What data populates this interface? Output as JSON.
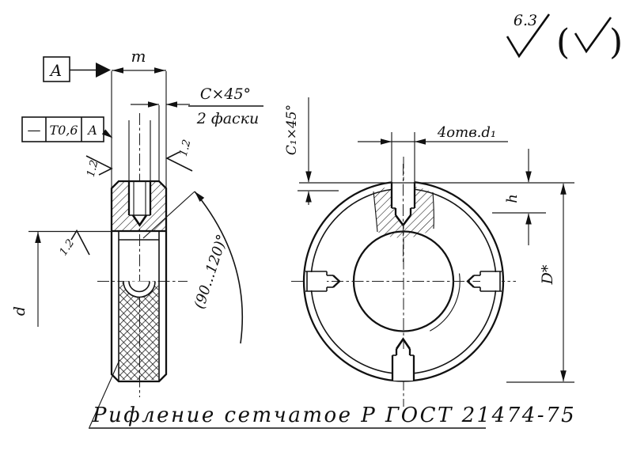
{
  "labels": {
    "m": "m",
    "chamfer": "C×45°",
    "chamfer_note": "2 фаски",
    "d": "d",
    "cone_angle": "(90...120)°",
    "holes": "4отв.d₁",
    "hole_chamfer": "C₁×45°",
    "h": "h",
    "outer_dia": "D*",
    "knurl_note": "Рифление сетчатое Р ГОСТ 21474-75"
  },
  "tolerance_frame": {
    "symbol": "—",
    "value": "Т0,6",
    "datum": "А"
  },
  "datum": {
    "label": "А"
  },
  "roughness": {
    "general": "6.3",
    "face_left": "1.2",
    "face_right": "1.2",
    "bore": "1.2",
    "paren_open": "(",
    "paren_close": ")"
  }
}
